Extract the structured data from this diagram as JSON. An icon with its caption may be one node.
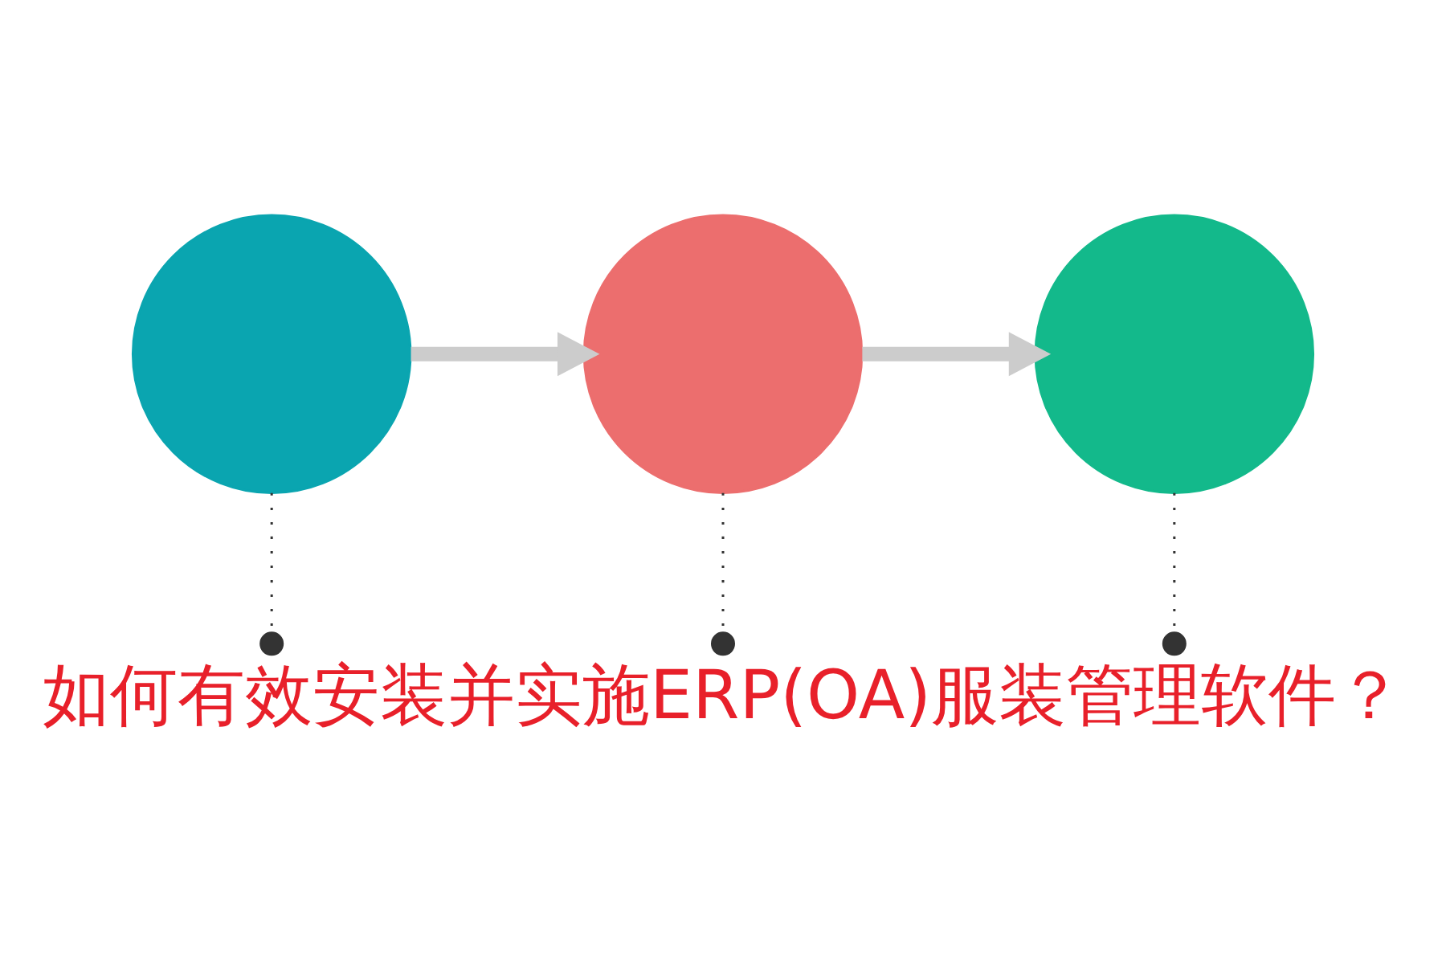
{
  "diagram": {
    "title": "如何有效安装并实施ERP(OA)服装管理软件？",
    "nodes": [
      {
        "text": [],
        "shape": "circle"
      },
      {
        "text": [],
        "shape": "circle"
      },
      {
        "text": [],
        "shape": "circle"
      },
      {
        "text": [],
        "shape": "circle"
      },
      {
        "text": [],
        "shape": "circle"
      },
      {
        "text": [],
        "shape": "circle"
      }
    ],
    "edges": [
      {
        "from": 0,
        "to": 1,
        "arrow": "to",
        "style": "thick",
        "color": "#cccccc"
      },
      {
        "from": 1,
        "to": 2,
        "arrow": "to",
        "style": "thick",
        "color": "#cccccc"
      },
      {
        "from": 0,
        "to": 3,
        "arrow": "none",
        "style": "dashed"
      },
      {
        "from": 1,
        "to": 4,
        "arrow": "none",
        "style": "dashed"
      },
      {
        "from": 2,
        "to": 5,
        "arrow": "none",
        "style": "dashed"
      }
    ]
  }
}
